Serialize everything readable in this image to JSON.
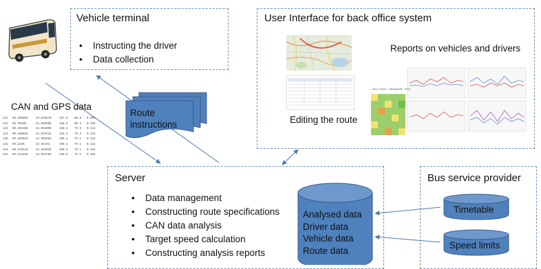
{
  "vehicle_terminal": {
    "title": "Vehicle terminal",
    "items": [
      "Instructing the driver",
      "Data collection"
    ]
  },
  "user_interface": {
    "title": "User Interface for back office system",
    "reports_label": "Reports on vehicles and drivers",
    "editing_label": "Editing the route"
  },
  "can_gps_label": "CAN and GPS data",
  "route_instructions": {
    "line1": "Route",
    "line2": "instructions"
  },
  "server": {
    "title": "Server",
    "items": [
      "Data management",
      "Constructing route specifications",
      "CAN data analysis",
      "Target speed calculation",
      "Constructing analysis reports"
    ]
  },
  "database": {
    "lines": [
      "Analysed data",
      "Driver data",
      "Vehicle data",
      "Route data"
    ]
  },
  "bus_service_provider": {
    "title": "Bus service provider",
    "timetable": "Timetable",
    "speed_limits": "Speed limits"
  },
  "can_table_rows": [
    [
      "121",
      "60.280993",
      "24.978249",
      "167.6",
      "80.6",
      "0.093"
    ],
    [
      "122",
      "60.30205",
      "24.936686",
      "168.6",
      "80.4",
      "0.106"
    ],
    [
      "123",
      "60.265384",
      "24.953009",
      "169.1",
      "79.9",
      "0.113"
    ],
    [
      "124",
      "60.288054",
      "24.978722",
      "169.2",
      "79.3",
      "0.116"
    ],
    [
      "126",
      "60.255524",
      "24.965581",
      "169.1",
      "76.1",
      "0.131"
    ],
    [
      "131",
      "60.2236",
      "24.94443",
      "169.2",
      "75.1",
      "0.122"
    ],
    [
      "131",
      "60.218143",
      "24.933835",
      "169.3",
      "75.1",
      "0.116"
    ],
    [
      "131",
      "60.214168",
      "24.932784",
      "169.8",
      "75.1",
      "0.104"
    ]
  ],
  "report_caption": "Acer Lisenn - Viikoraportti - 2014",
  "colors": {
    "accent_blue": "#4f81bd",
    "dark_blue": "#385d8a",
    "box_border": "#6a8fb5",
    "arrow": "#4a7ab0"
  }
}
